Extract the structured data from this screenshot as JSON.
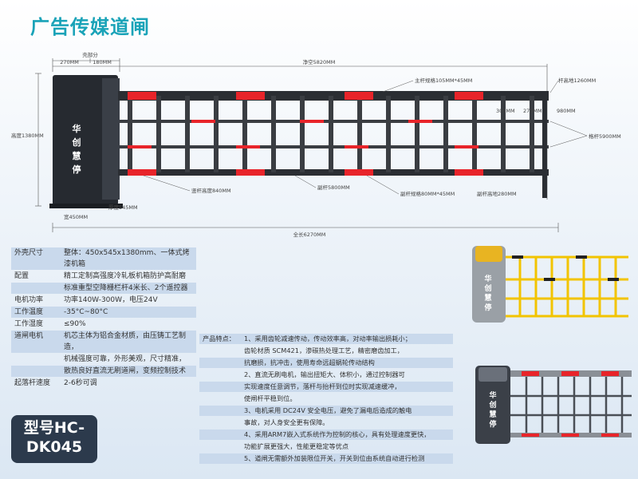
{
  "title": "广告传媒道闸",
  "drawing": {
    "brand": [
      "华",
      "创",
      "慧",
      "停"
    ],
    "dims": {
      "shell_part": "壳部分",
      "w270": "270MM",
      "w180": "180MM",
      "clear_span": "净空5820MM",
      "main_pole": "主杆规格105MM*45MM",
      "pole_height": "杆高地1260MM",
      "d300": "300MM",
      "d270": "270MM",
      "d980": "980MM",
      "grid_width": "格杆5900MM",
      "height": "高度1380MM",
      "grid_pole_height": "竖杆高度840MM",
      "sub_pole": "副杆5800MM",
      "sub_pole_spec": "副杆规格80MM*45MM",
      "sub_pole_ground": "副杆高地280MM",
      "width450": "宽450MM",
      "thickness": "厚度545MM",
      "total_length": "全长6270MM"
    }
  },
  "specs": [
    {
      "label": "外壳尺寸",
      "value": "整体：450x545x1380mm、一体式烤漆机箱"
    },
    {
      "label": "配置",
      "value": "精工定制高强度冷轧板机箱防护高耐磨"
    },
    {
      "label": "",
      "value": "标准重型空降栅栏杆4米长、2个遥控器"
    },
    {
      "label": "电机功率",
      "value": "功率140W-300W，电压24V"
    },
    {
      "label": "工作温度",
      "value": "-35°C~80°C"
    },
    {
      "label": "工作湿度",
      "value": "≤90%"
    },
    {
      "label": "道闸电机",
      "value": "机芯主体为铝合金材质，由压铸工艺制造，"
    },
    {
      "label": "",
      "value": "机械强度可靠，外形美观，尺寸精准，"
    },
    {
      "label": "",
      "value": "散热良好直流无刷道闸，变频控制技术"
    },
    {
      "label": "起落杆速度",
      "value": "2-6秒可调"
    },
    {
      "label": "",
      "value": ""
    }
  ],
  "model": [
    "型号HC-",
    "DK045"
  ],
  "features": [
    {
      "label": "产品特点：",
      "value": "1、采用齿轮减速传动，传动效率高，对动率输出损耗小；"
    },
    {
      "label": "",
      "value": "齿轮材质 SCM421，渗碳热处理工艺，精密磨齿加工，"
    },
    {
      "label": "",
      "value": "抗磨损，抗冲击，使用寿命远超蜗轮传动结构"
    },
    {
      "label": "",
      "value": "2、直流无刷电机，输出扭矩大、体积小，通过控制器可"
    },
    {
      "label": "",
      "value": "实现速度任意调节，落杆与抬杆到位时实现减速缓冲，"
    },
    {
      "label": "",
      "value": "使闸杆平稳到位。"
    },
    {
      "label": "",
      "value": "3、电机采用 DC24V 安全电压，避免了漏电后造成的触电"
    },
    {
      "label": "",
      "value": "事故，对人身安全更有保障。"
    },
    {
      "label": "",
      "value": "4、采用ARM7嵌入式系统作为控制的核心，具有处理速度更快，"
    },
    {
      "label": "",
      "value": "功能扩展更强大，性能更稳定等优点"
    },
    {
      "label": "",
      "value": "5、道闸无需额外加装限位开关，开关到位由系统自动进行检测"
    }
  ]
}
